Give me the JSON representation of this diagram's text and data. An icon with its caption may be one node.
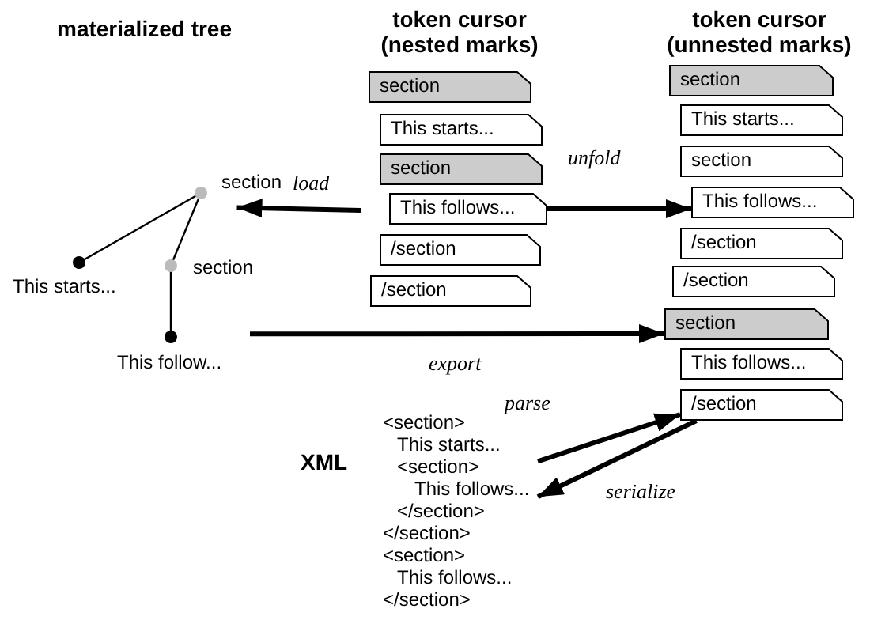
{
  "diagram": {
    "nodes": [
      {
        "text": [
          "section"
        ]
      },
      {
        "text": [
          "This starts..."
        ]
      },
      {
        "text": [
          "section"
        ]
      },
      {
        "text": [
          "This follow..."
        ]
      },
      {
        "text": [
          "token cursor (nested marks)"
        ]
      },
      {
        "text": [
          "section"
        ],
        "in": 4
      },
      {
        "text": [
          "This starts..."
        ],
        "in": 4
      },
      {
        "text": [
          "section"
        ],
        "in": 4
      },
      {
        "text": [
          "This follows..."
        ],
        "in": 4
      },
      {
        "text": [
          "/section"
        ],
        "in": 4
      },
      {
        "text": [
          "/section"
        ],
        "in": 4
      },
      {
        "text": [
          "token cursor (unnested marks)"
        ]
      },
      {
        "text": [
          "section"
        ],
        "in": 11
      },
      {
        "text": [
          "This starts..."
        ],
        "in": 11
      },
      {
        "text": [
          "section"
        ],
        "in": 11
      },
      {
        "text": [
          "This follows..."
        ],
        "in": 11
      },
      {
        "text": [
          "/section"
        ],
        "in": 11
      },
      {
        "text": [
          "/section"
        ],
        "in": 11
      },
      {
        "text": [
          "section"
        ],
        "in": 11
      },
      {
        "text": [
          "This follows..."
        ],
        "in": 11
      },
      {
        "text": [
          "/section"
        ],
        "in": 11
      },
      {
        "text": [
          "XML",
          "<section>",
          "This starts...",
          "<section>",
          "This follows...",
          "</section>",
          "</section>",
          "<section>",
          "This follows...",
          "</section>"
        ]
      }
    ],
    "edges": [
      {
        "from": 0,
        "to": 1,
        "arrow": "none"
      },
      {
        "from": 0,
        "to": 2,
        "arrow": "none"
      },
      {
        "from": 2,
        "to": 3,
        "arrow": "none"
      },
      {
        "from": 4,
        "to": 0,
        "arrow": "to",
        "label": "load"
      },
      {
        "from": 8,
        "to": 15,
        "arrow": "to",
        "label": "unfold"
      },
      {
        "from": 3,
        "to": 18,
        "arrow": "to",
        "label": "export"
      },
      {
        "from": 21,
        "to": 20,
        "arrow": "to",
        "label": "parse"
      },
      {
        "from": 20,
        "to": 21,
        "arrow": "to",
        "label": "serialize"
      }
    ],
    "labels": [
      "materialized tree"
    ]
  }
}
